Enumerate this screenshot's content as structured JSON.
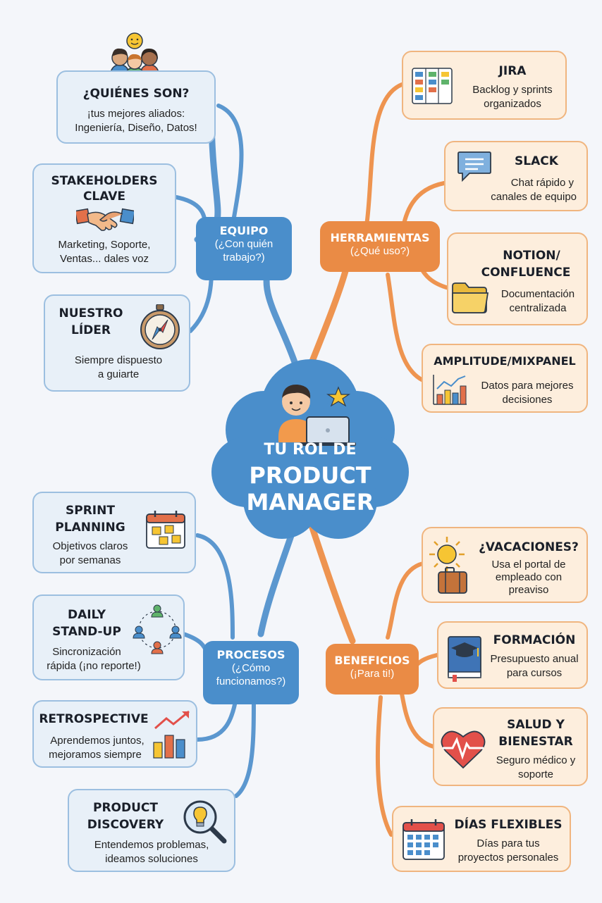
{
  "center": {
    "line1": "TU ROL DE",
    "line2": "PRODUCT",
    "line3": "MANAGER"
  },
  "hubs": {
    "equipo": {
      "title": "EQUIPO",
      "sub1": "(¿Con quién",
      "sub2": "trabajo?)"
    },
    "herramientas": {
      "title": "HERRAMIENTAS",
      "sub1": "(¿Qué uso?)"
    },
    "procesos": {
      "title": "PROCESOS",
      "sub1": "(¿Cómo",
      "sub2": "funcionamos?)"
    },
    "beneficios": {
      "title": "BENEFICIOS",
      "sub1": "(¡Para ti!)"
    }
  },
  "equipo": [
    {
      "title": "¿QUIÉNES SON?",
      "l1": "¡tus mejores aliados:",
      "l2": "Ingeniería, Diseño, Datos!"
    },
    {
      "title1": "STAKEHOLDERS",
      "title2": "CLAVE",
      "l1": "Marketing, Soporte,",
      "l2": "Ventas... dales voz"
    },
    {
      "title1": "NUESTRO",
      "title2": "LÍDER",
      "l1": "Siempre dispuesto",
      "l2": "a guiarte"
    }
  ],
  "herramientas": [
    {
      "title": "JIRA",
      "l1": "Backlog y sprints",
      "l2": "organizados"
    },
    {
      "title": "SLACK",
      "l1": "Chat rápido y",
      "l2": "canales de equipo"
    },
    {
      "title1": "NOTION/",
      "title2": "CONFLUENCE",
      "l1": "Documentación",
      "l2": "centralizada"
    },
    {
      "title": "AMPLITUDE/MIXPANEL",
      "l1": "Datos para mejores",
      "l2": "decisiones"
    }
  ],
  "procesos": [
    {
      "title1": "SPRINT",
      "title2": "PLANNING",
      "l1": "Objetivos claros",
      "l2": "por semanas"
    },
    {
      "title1": "DAILY",
      "title2": "STAND-UP",
      "l1": "Sincronización",
      "l2": "rápida (¡no reporte!)"
    },
    {
      "title": "RETROSPECTIVE",
      "l1": "Aprendemos juntos,",
      "l2": "mejoramos siempre"
    },
    {
      "title1": "PRODUCT",
      "title2": "DISCOVERY",
      "l1": "Entendemos problemas,",
      "l2": "ideamos soluciones"
    }
  ],
  "beneficios": [
    {
      "title": "¿VACACIONES?",
      "l1": "Usa el portal de",
      "l2": "empleado con",
      "l3": "preaviso"
    },
    {
      "title": "FORMACIÓN",
      "l1": "Presupuesto anual",
      "l2": "para cursos"
    },
    {
      "title1": "SALUD Y",
      "title2": "BIENESTAR",
      "l1": "Seguro médico y",
      "l2": "soporte"
    },
    {
      "title": "DÍAS FLEXIBLES",
      "l1": "Días para tus",
      "l2": "proyectos personales"
    }
  ],
  "colors": {
    "blue": "#4a8ecb",
    "orange": "#ea8b45",
    "blue_card": "#e8f0f8",
    "orange_card": "#fdeedd"
  }
}
